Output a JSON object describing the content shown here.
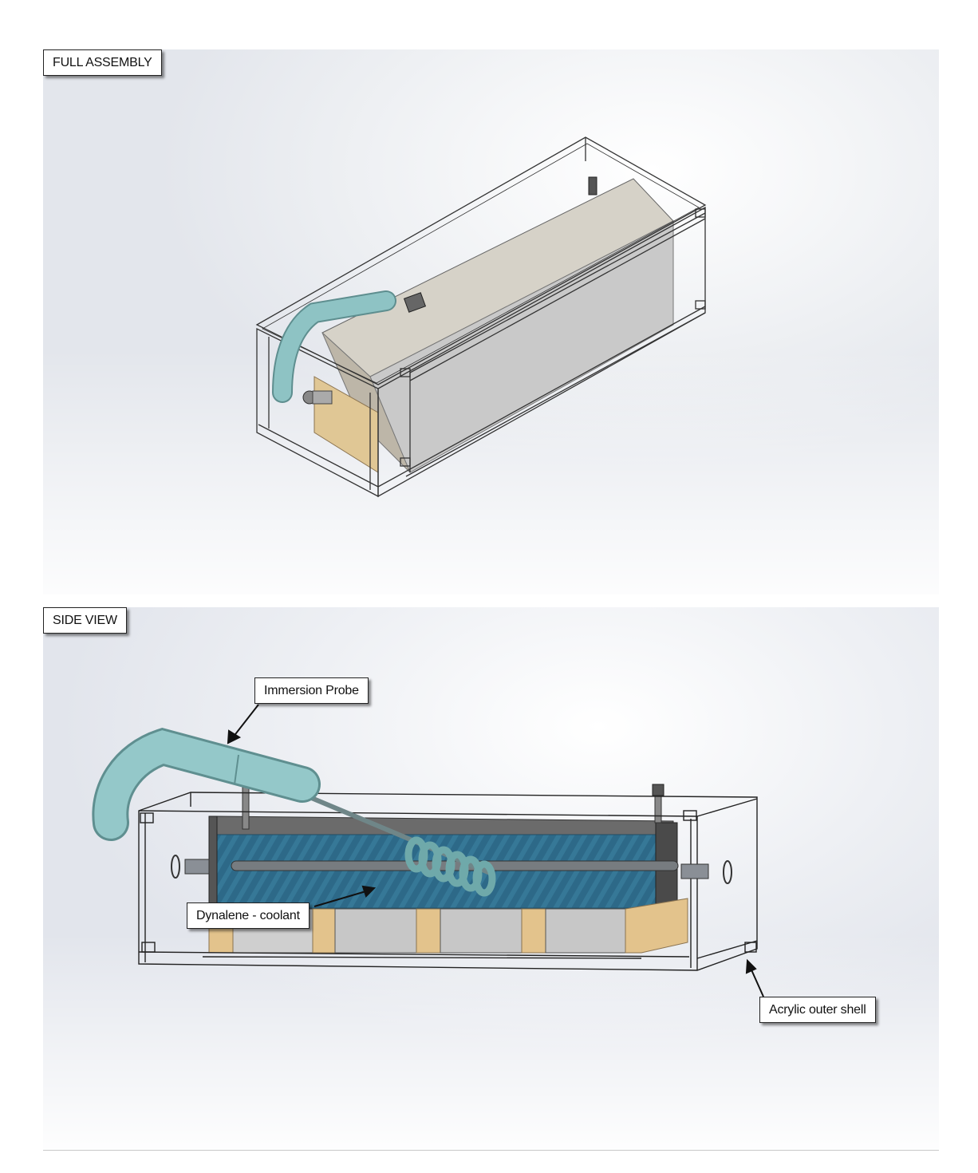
{
  "panels": {
    "full_assembly": {
      "title": "FULL ASSEMBLY"
    },
    "side_view": {
      "title": "SIDE VIEW"
    }
  },
  "callouts": {
    "immersion_probe": "Immersion Probe",
    "coolant": "Dynalene - coolant",
    "outer_shell": "Acrylic outer shell"
  },
  "colors": {
    "probe": "#8ec3c4",
    "coolant": "#2f6f8f",
    "wood": "#e3c38c",
    "inner_box": "#cfcfcf",
    "frame_line": "#333333"
  }
}
